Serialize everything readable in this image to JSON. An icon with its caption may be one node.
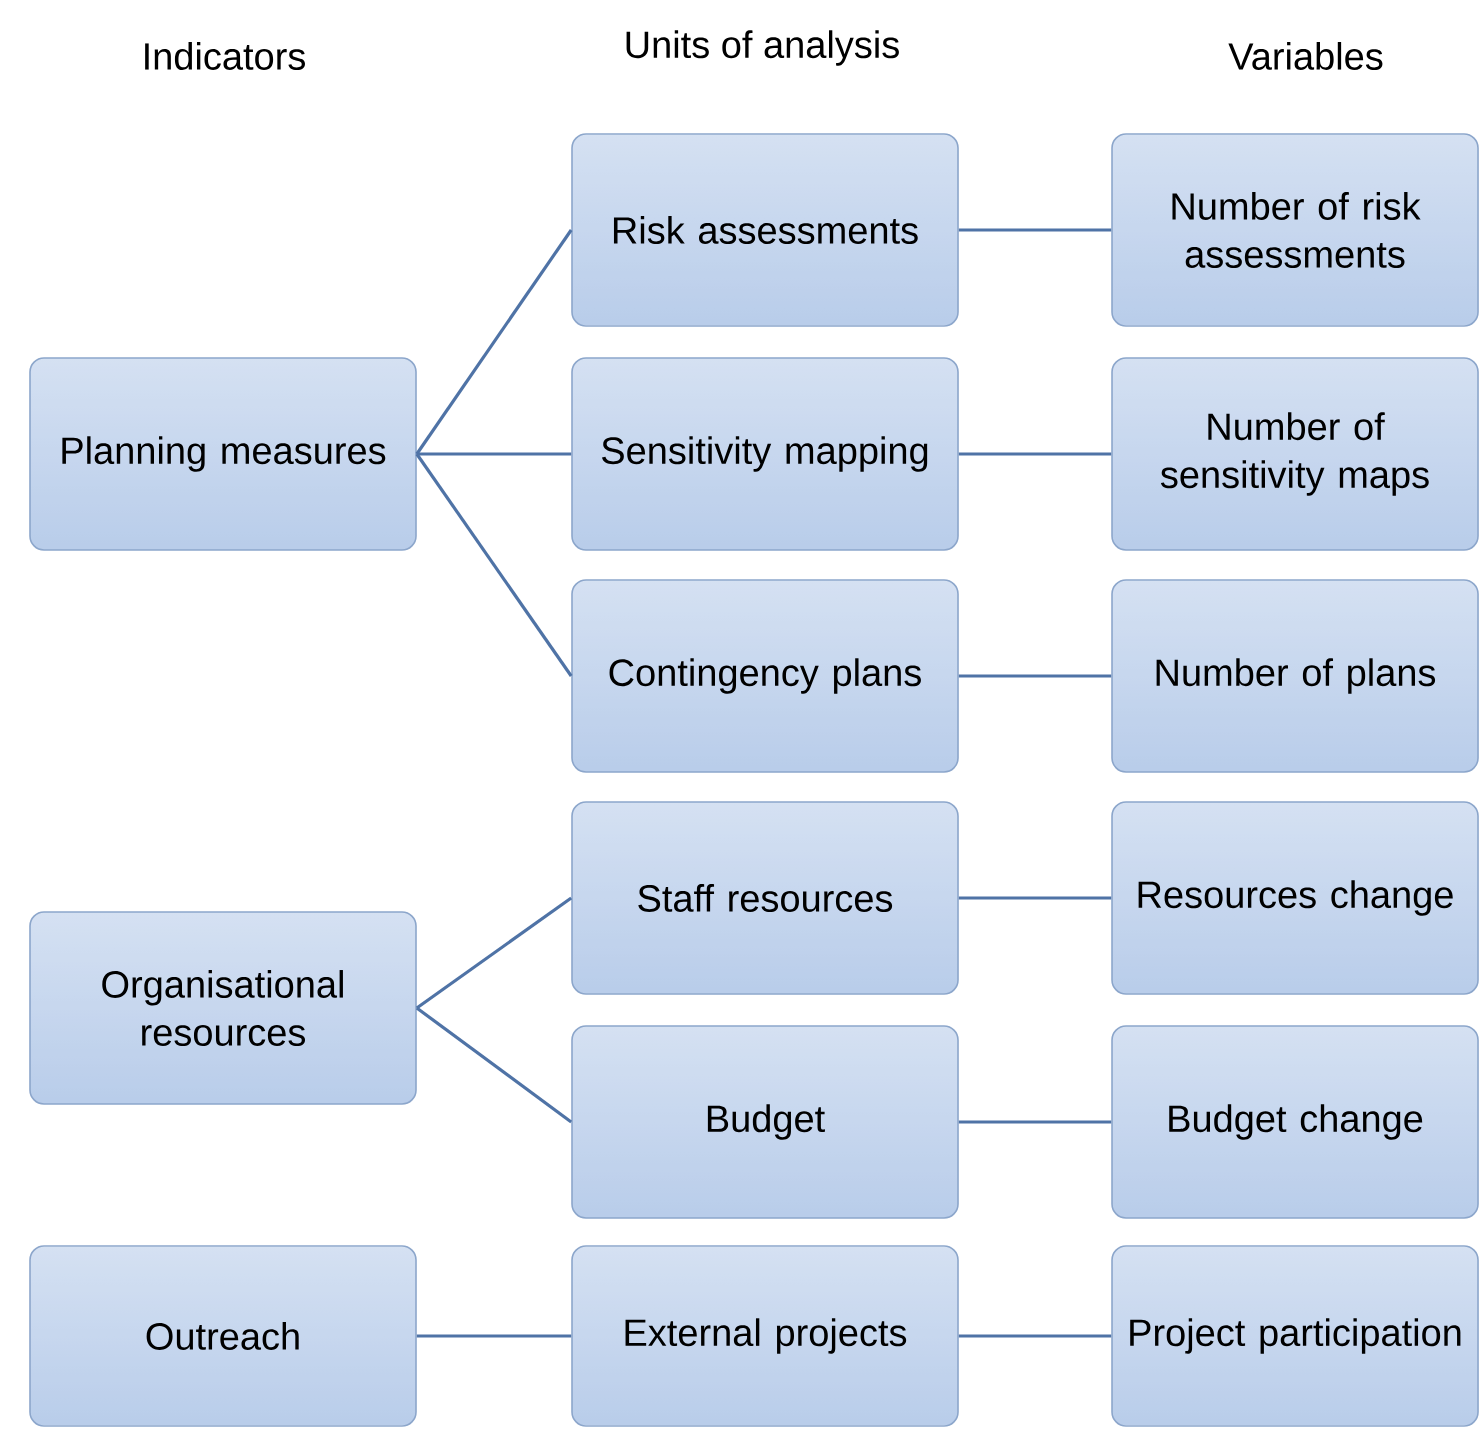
{
  "diagram": {
    "nodes": [
      {
        "text": [
          "Planning measures"
        ]
      },
      {
        "text": [
          "Risk assessments"
        ]
      },
      {
        "text": [
          "Number of risk assessments"
        ]
      },
      {
        "text": [
          "Sensitivity mapping"
        ]
      },
      {
        "text": [
          "Number of sensitivity maps"
        ]
      },
      {
        "text": [
          "Contingency plans"
        ]
      },
      {
        "text": [
          "Number of plans"
        ]
      },
      {
        "text": [
          "Organisational resources"
        ]
      },
      {
        "text": [
          "Staff resources"
        ]
      },
      {
        "text": [
          "Resources change"
        ]
      },
      {
        "text": [
          "Budget"
        ]
      },
      {
        "text": [
          "Budget change"
        ]
      },
      {
        "text": [
          "Outreach"
        ]
      },
      {
        "text": [
          "External projects"
        ]
      },
      {
        "text": [
          "Project participation"
        ]
      }
    ],
    "edges": [
      {
        "from": 0,
        "to": 1,
        "arrow": "none"
      },
      {
        "from": 0,
        "to": 3,
        "arrow": "none"
      },
      {
        "from": 0,
        "to": 5,
        "arrow": "none"
      },
      {
        "from": 1,
        "to": 2,
        "arrow": "none"
      },
      {
        "from": 3,
        "to": 4,
        "arrow": "none"
      },
      {
        "from": 5,
        "to": 6,
        "arrow": "none"
      },
      {
        "from": 7,
        "to": 8,
        "arrow": "none"
      },
      {
        "from": 7,
        "to": 10,
        "arrow": "none"
      },
      {
        "from": 8,
        "to": 9,
        "arrow": "none"
      },
      {
        "from": 10,
        "to": 11,
        "arrow": "none"
      },
      {
        "from": 12,
        "to": 13,
        "arrow": "none"
      },
      {
        "from": 13,
        "to": 14,
        "arrow": "none"
      }
    ],
    "labels": [
      "Indicators",
      "Units of analysis",
      "Variables"
    ]
  }
}
